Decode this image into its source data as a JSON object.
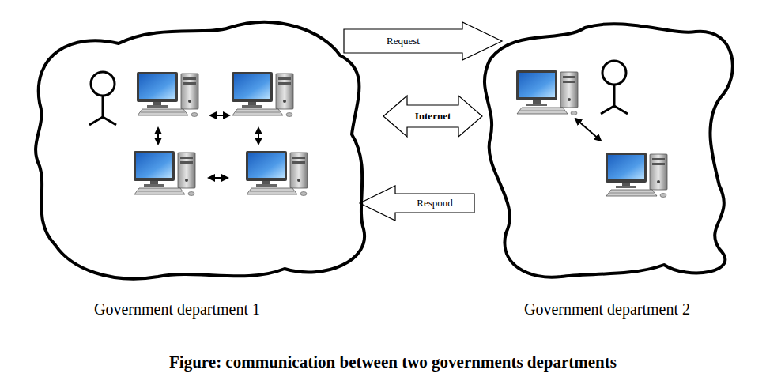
{
  "diagram": {
    "caption": "Figure: communication between two governments departments",
    "nodes": [
      {
        "text": [
          "Government department 1"
        ]
      },
      {
        "text": [
          "Government department 2"
        ]
      }
    ],
    "edges": [
      {
        "from": 0,
        "to": 1,
        "label": "Request",
        "arrow": "to"
      },
      {
        "from": 0,
        "to": 1,
        "label": "Internet",
        "arrow": "both"
      },
      {
        "from": 1,
        "to": 0,
        "label": "Respond",
        "arrow": "to"
      }
    ]
  }
}
